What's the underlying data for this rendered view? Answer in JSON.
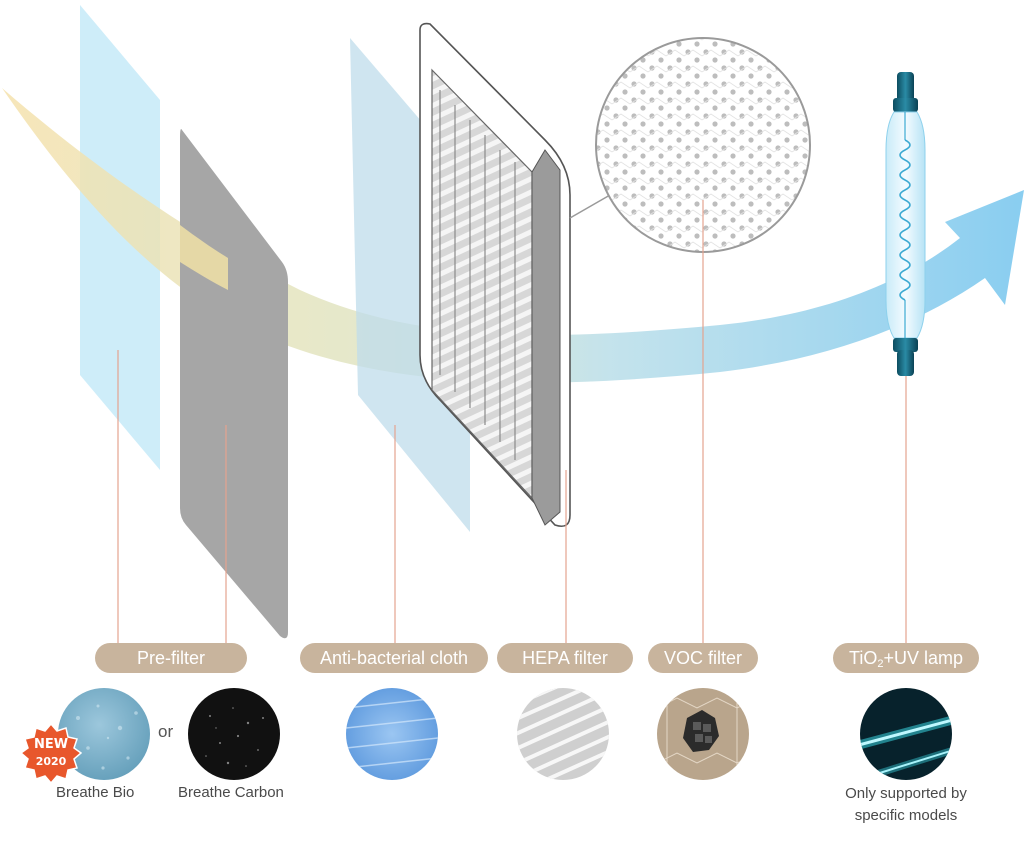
{
  "labels": {
    "prefilter": "Pre-filter",
    "antibacterial": "Anti-bacterial cloth",
    "hepa": "HEPA filter",
    "voc": "VOC filter",
    "uv_main": "TiO",
    "uv_sub": "2",
    "uv_rest": "+UV lamp"
  },
  "captions": {
    "breathe_bio": "Breathe Bio",
    "or": "or",
    "breathe_carbon": "Breathe Carbon",
    "uv_note_line1": "Only supported by",
    "uv_note_line2": "specific models"
  },
  "badge": {
    "top": "NEW",
    "bottom": "2020",
    "color": "#e8572c"
  },
  "colors": {
    "pill": "#c8b49d",
    "leader_line": "#e4a38f",
    "airflow_blue": "#8fd0ee",
    "airflow_yellow": "#f3dca0"
  },
  "icons": {
    "uv_lamp": "uv-lamp-icon",
    "hepa_frame": "hepa-frame-icon",
    "voc_magnifier": "voc-magnifier-icon"
  }
}
